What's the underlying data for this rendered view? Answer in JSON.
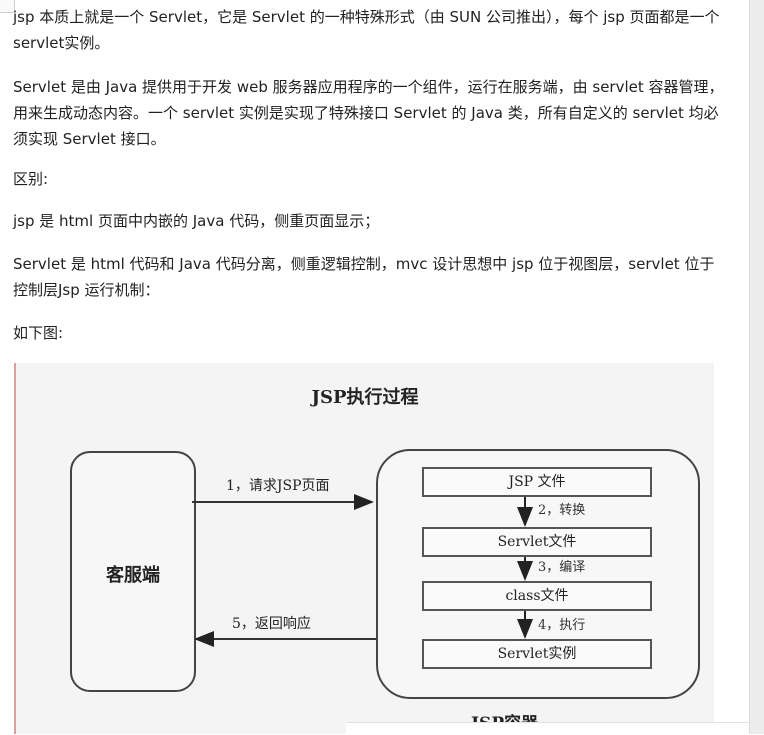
{
  "article": {
    "para1": "jsp 本质上就是一个 Servlet，它是 Servlet 的一种特殊形式（由 SUN 公司推出），每个 jsp 页面都是一个 servlet实例。",
    "para2": "Servlet 是由 Java 提供用于开发 web 服务器应用程序的一个组件，运行在服务端，由 servlet 容器管理，用来生成动态内容。一个 servlet 实例是实现了特殊接口 Servlet 的 Java 类，所有自定义的 servlet 均必须实现 Servlet 接口。",
    "para3": "区别:",
    "para4": "jsp 是 html 页面中内嵌的 Java 代码，侧重页面显示；",
    "para5": "Servlet 是 html 代码和 Java 代码分离，侧重逻辑控制，mvc 设计思想中 jsp 位于视图层，servlet 位于控制层Jsp 运行机制：",
    "para6": "如下图:"
  },
  "diagram": {
    "title": "JSP执行过程",
    "client_label": "客服端",
    "container_label": "JSP容器",
    "request_arrow": "1，请求JSP页面",
    "response_arrow": "5，返回响应",
    "steps": [
      "JSP 文件",
      "Servlet文件",
      "class文件",
      "Servlet实例"
    ],
    "transitions": [
      "2，转换",
      "3，编译",
      "4，执行"
    ]
  }
}
